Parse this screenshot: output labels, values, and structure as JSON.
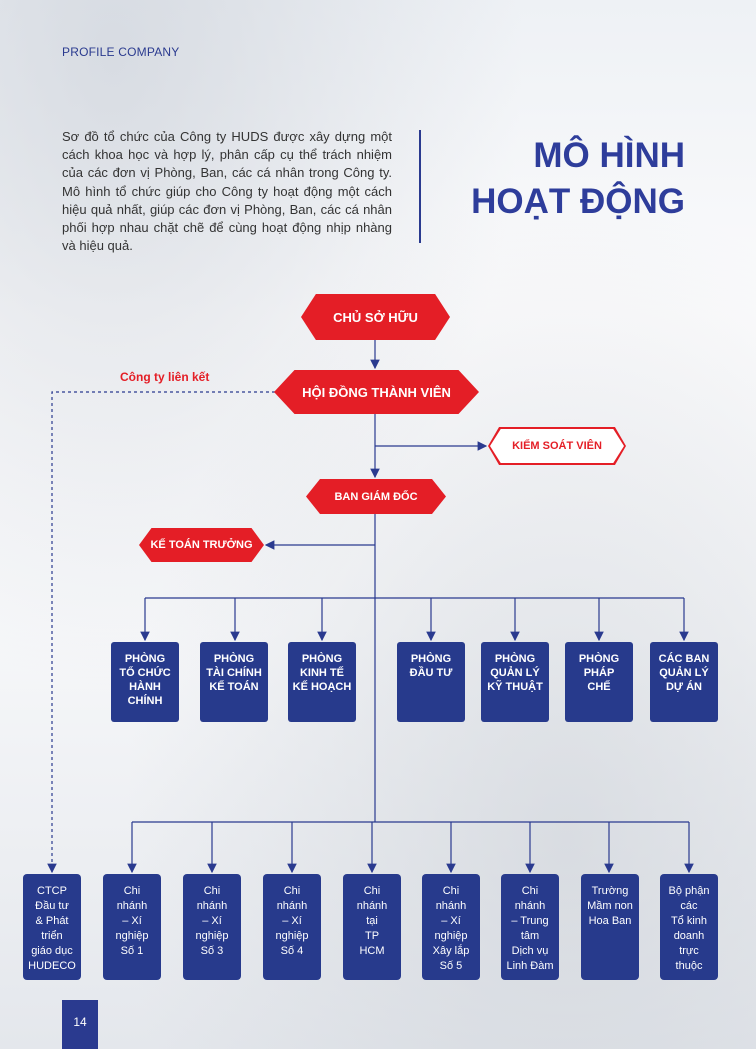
{
  "header": {
    "label": "PROFILE COMPANY"
  },
  "intro": "Sơ đồ tổ chức của Công ty HUDS được xây dựng một cách khoa học và hợp lý, phân cấp cụ thể trách nhiệm của các đơn vị Phòng, Ban, các cá nhân trong Công ty. Mô hình tổ chức giúp cho Công ty hoạt động một cách hiệu quả nhất, giúp các đơn vị Phòng, Ban, các cá nhân phối hợp nhau chặt chẽ để cùng hoạt động nhịp nhàng và hiệu quả.",
  "title": {
    "line1": "MÔ HÌNH",
    "line2": "HOẠT ĐỘNG"
  },
  "org": {
    "owner": "CHỦ SỞ HỮU",
    "council": "HỘI ĐỒNG THÀNH VIÊN",
    "associate_label": "Công ty liên kết",
    "controller": "KIỂM SOÁT VIÊN",
    "directors": "BAN GIÁM ĐỐC",
    "chief_accountant": "KẾ TOÁN TRƯỞNG",
    "departments": [
      "PHÒNG\nTỔ CHỨC\nHÀNH\nCHÍNH",
      "PHÒNG\nTÀI CHÍNH\nKẾ TOÁN",
      "PHÒNG\nKINH TẾ\nKẾ HOẠCH",
      "PHÒNG\nĐẦU TƯ",
      "PHÒNG\nQUẢN LÝ\nKỸ THUẬT",
      "PHÒNG\nPHÁP\nCHẾ",
      "CÁC BAN\nQUẢN LÝ\nDỰ ÁN"
    ],
    "units": [
      "CTCP\nĐầu tư\n& Phát\ntriển\ngiáo dục\nHUDECO",
      "Chi\nnhánh\n– Xí\nnghiệp\nSố 1",
      "Chi\nnhánh\n– Xí\nnghiệp\nSố 3",
      "Chi\nnhánh\n– Xí\nnghiệp\nSố 4",
      "Chi\nnhánh\ntại\nTP\nHCM",
      "Chi\nnhánh\n– Xí\nnghiệp\nXây lắp\nSố 5",
      "Chi\nnhánh\n– Trung\ntâm\nDịch vụ\nLinh Đàm",
      "Trường\nMầm non\nHoa Ban",
      "Bộ phận\ncác\nTổ kinh\ndoanh\ntrực\nthuộc"
    ]
  },
  "page_number": "14",
  "colors": {
    "red": "#e41e26",
    "navy": "#273a8c"
  }
}
